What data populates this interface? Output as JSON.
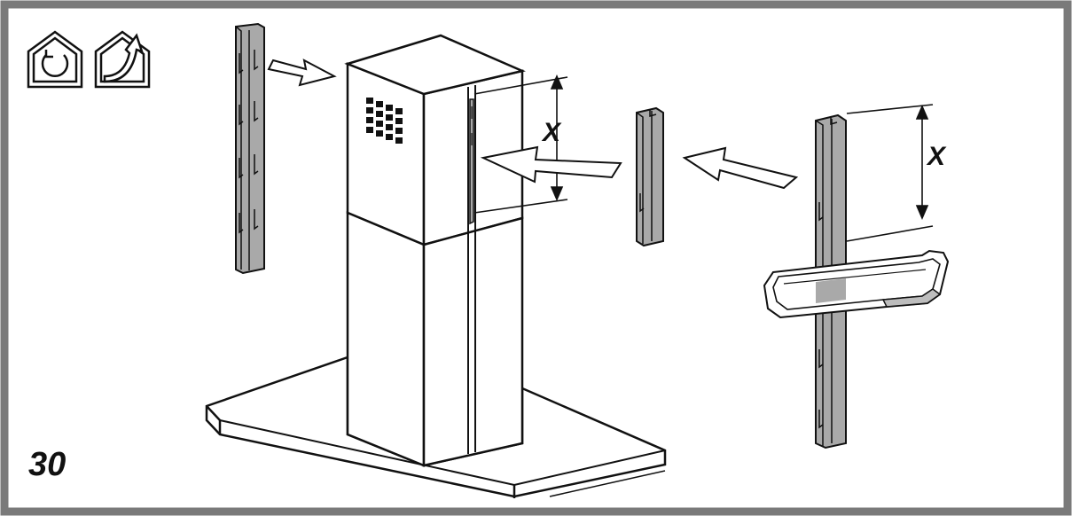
{
  "figure": {
    "step_number": "30",
    "dimension_label_left": "X",
    "dimension_label_right": "X",
    "icons": [
      "recirculation-mode-icon",
      "ducted-extraction-mode-icon"
    ],
    "colors": {
      "frame": "#7a7a7a",
      "line": "#111111",
      "bracket_fill": "#a9a9a9",
      "panel_fill": "#ffffff"
    }
  }
}
